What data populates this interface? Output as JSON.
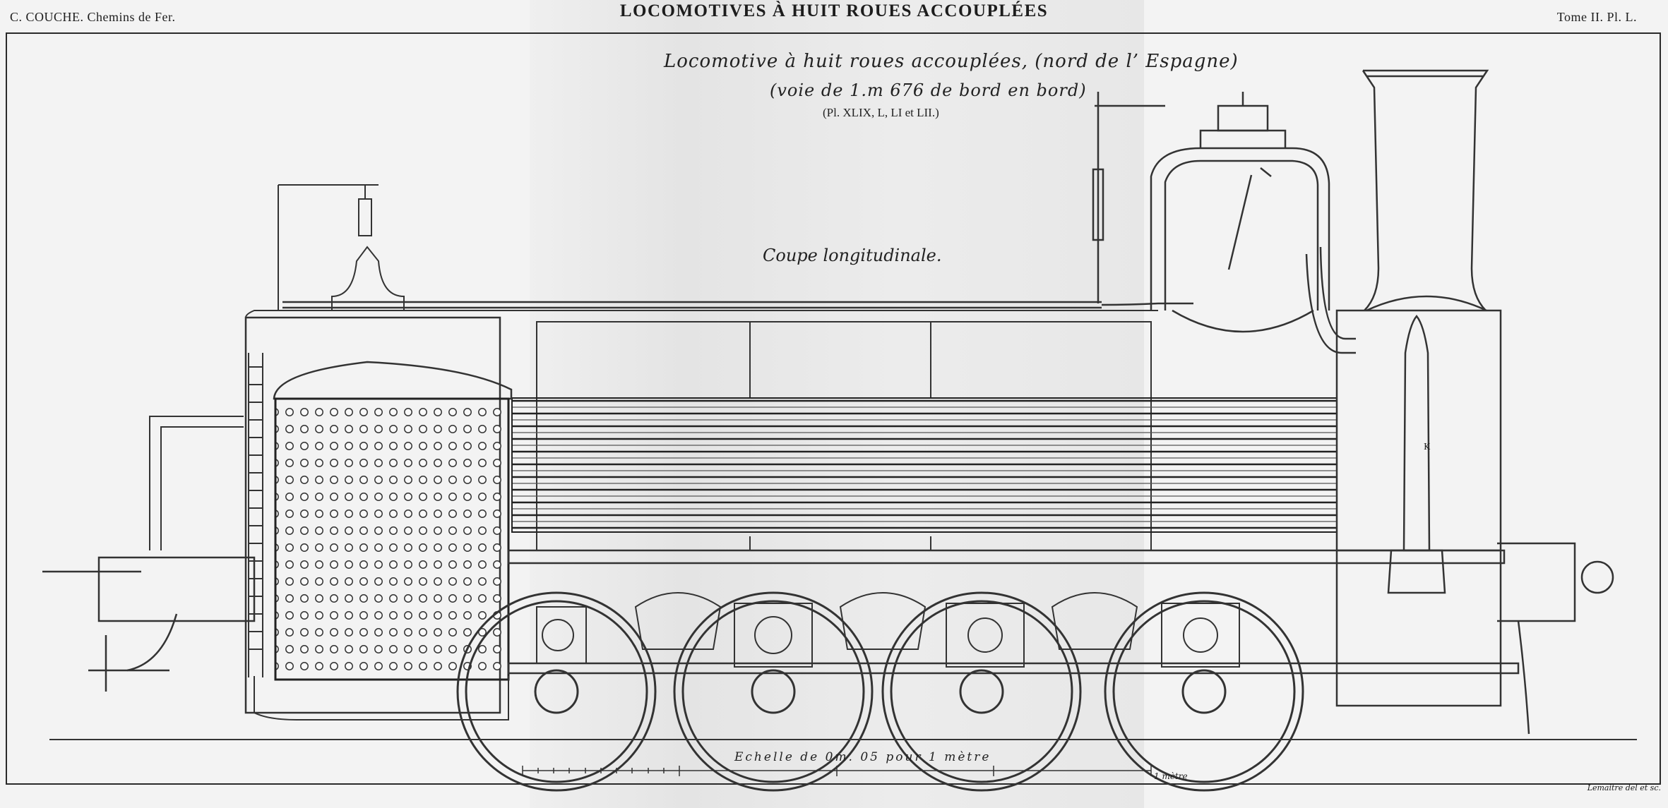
{
  "header": {
    "left": "C. COUCHE. Chemins de Fer.",
    "center": "LOCOMOTIVES À HUIT ROUES ACCOUPLÉES",
    "right": "Tome II. Pl. L."
  },
  "title": {
    "line1": "Locomotive à huit roues accouplées, (nord de l’ Espagne)",
    "line2": "(voie de 1.m 676 de bord en bord)",
    "line3": "(Pl. XLIX, L, LI et LII.)"
  },
  "section_label": "Coupe longitudinale.",
  "parts": {
    "smokebox_mark": "K"
  },
  "scale": {
    "label": "Echelle de 0m. 05 pour 1 mètre",
    "unit": "1 mètre"
  },
  "credit": "Lemaitre del et sc."
}
